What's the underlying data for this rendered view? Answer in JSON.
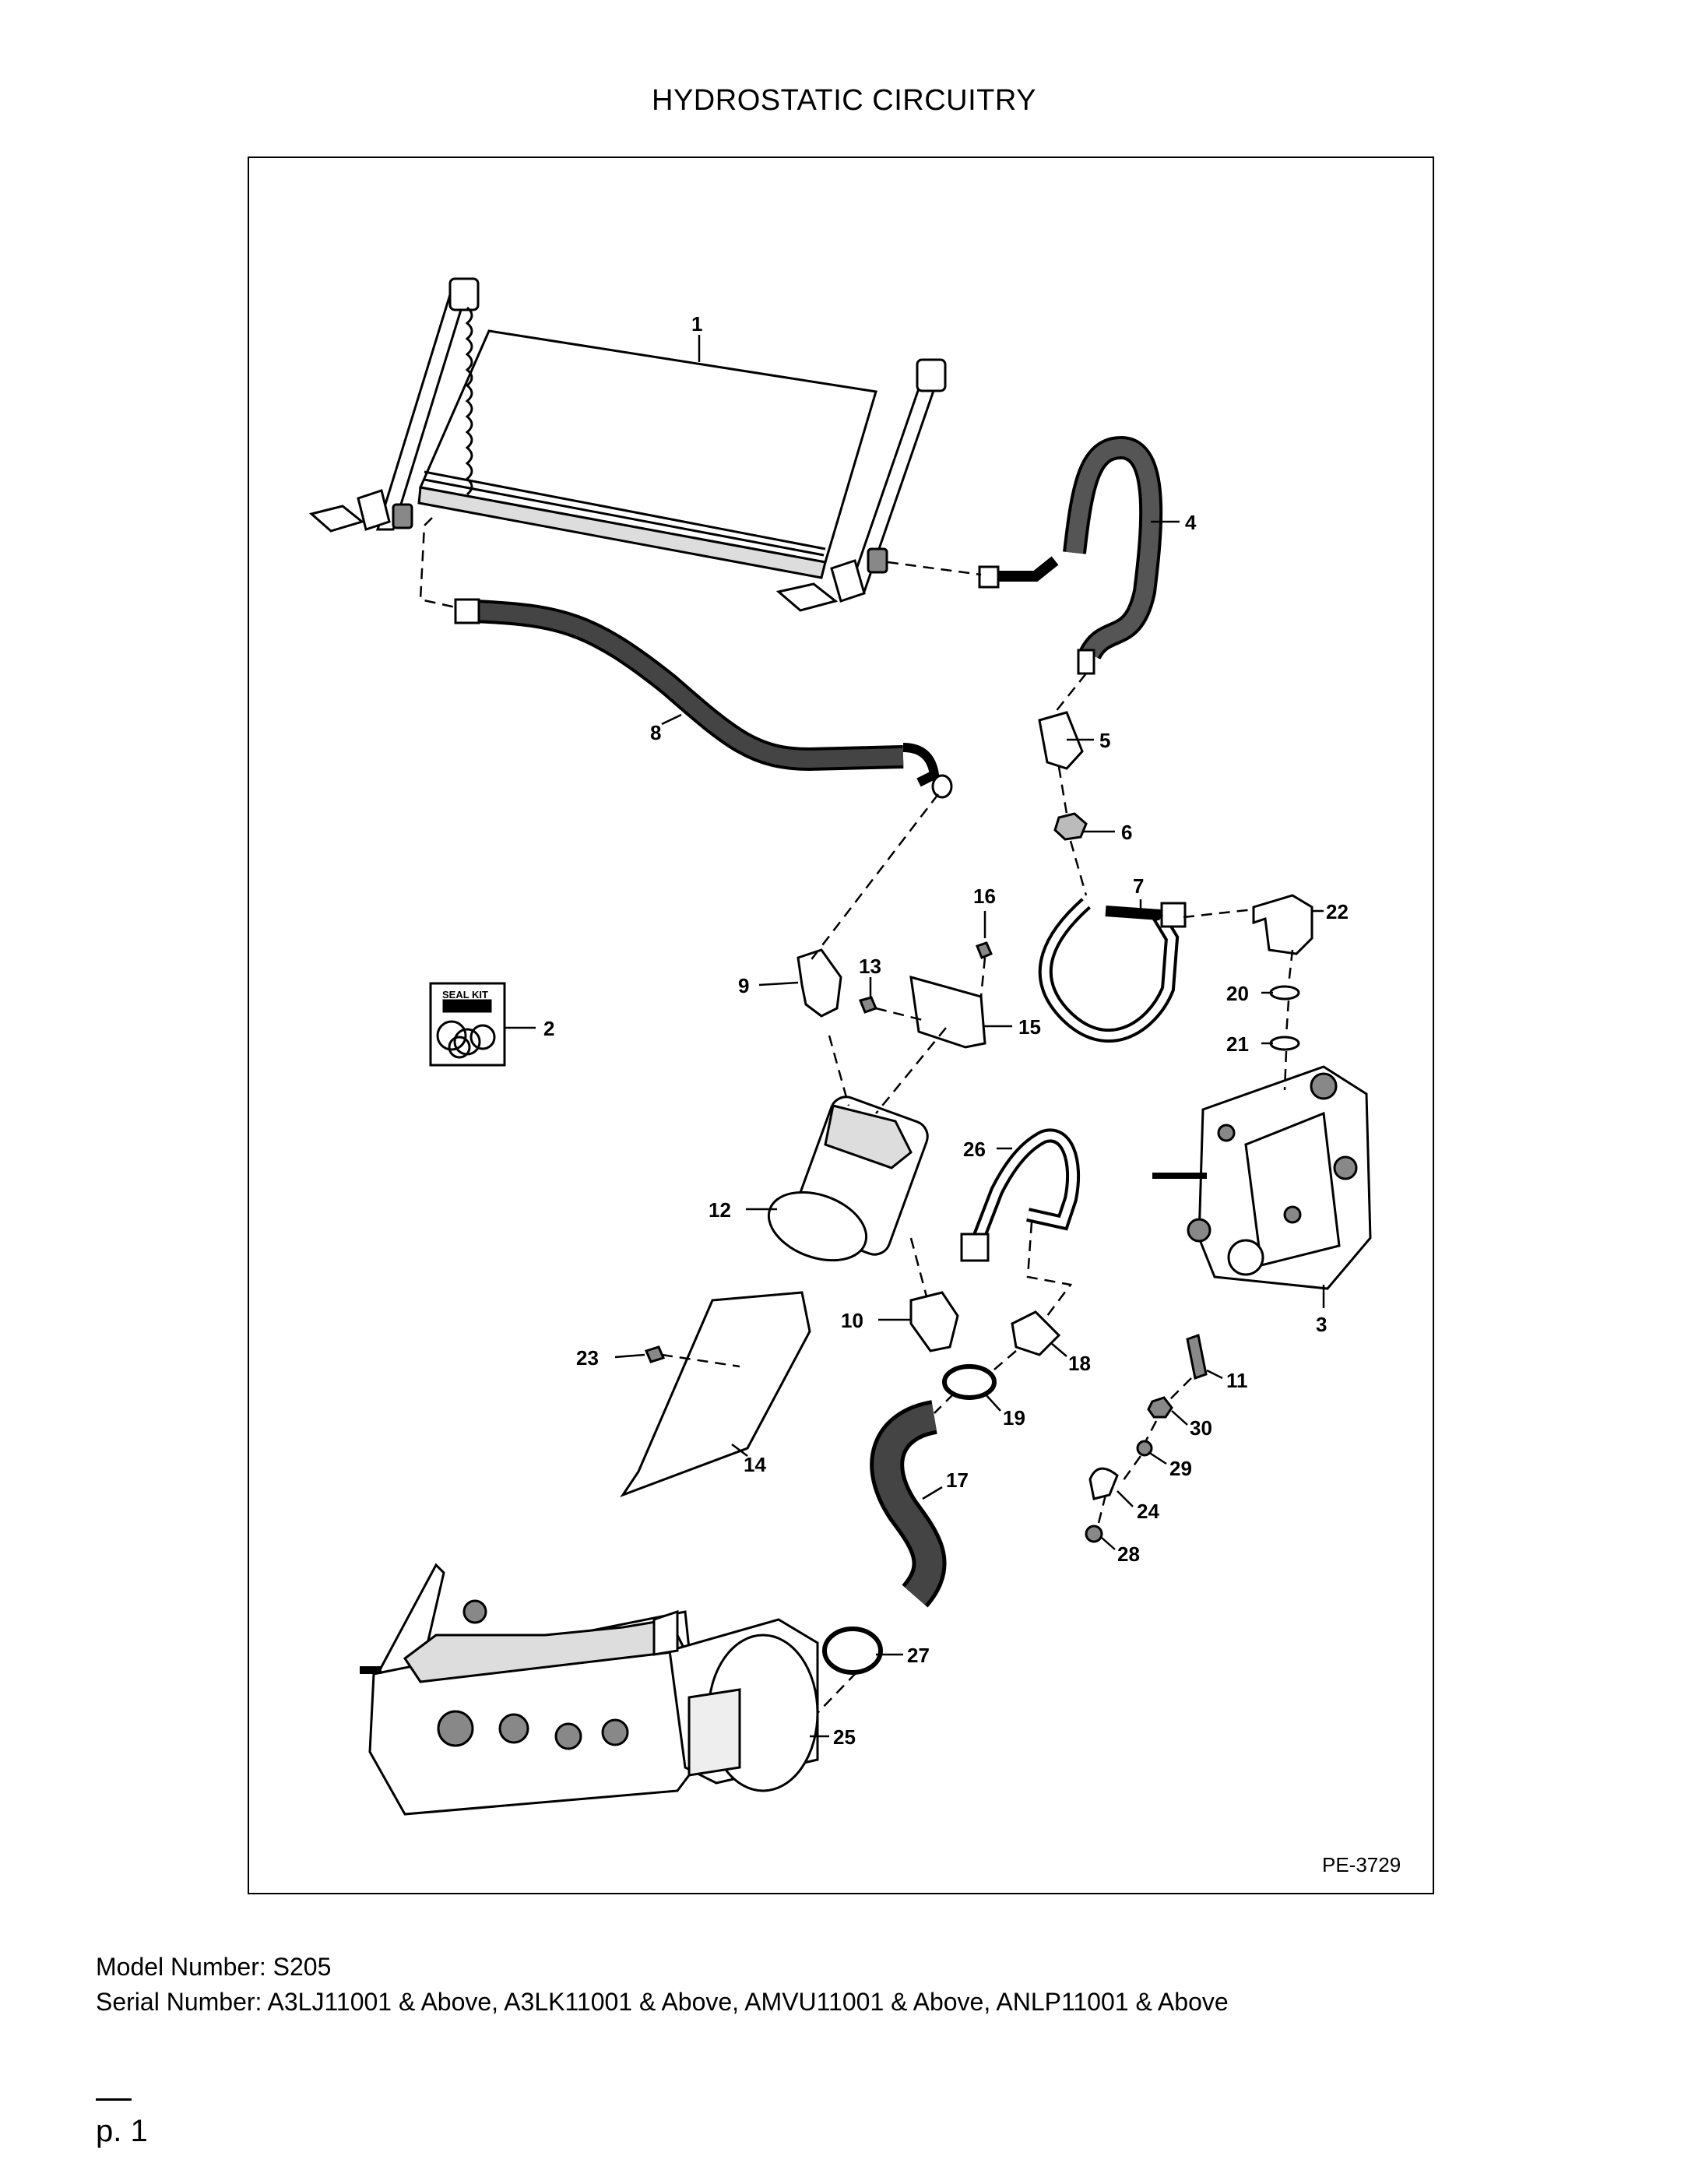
{
  "title": "HYDROSTATIC CIRCUITRY",
  "figure_code": "PE-3729",
  "seal_kit_label": "SEAL KIT",
  "callouts": {
    "c1": "1",
    "c2": "2",
    "c3": "3",
    "c4": "4",
    "c5": "5",
    "c6": "6",
    "c7": "7",
    "c8": "8",
    "c9": "9",
    "c10": "10",
    "c11": "11",
    "c12": "12",
    "c13": "13",
    "c14": "14",
    "c15": "15",
    "c16": "16",
    "c17": "17",
    "c18": "18",
    "c19": "19",
    "c20": "20",
    "c21": "21",
    "c22": "22",
    "c23": "23",
    "c24": "24",
    "c25": "25",
    "c26": "26",
    "c27": "27",
    "c28": "28",
    "c29": "29",
    "c30": "30"
  },
  "model_number": "Model Number: S205",
  "serial_number": "Serial Number: A3LJ11001 & Above, A3LK11001 & Above, AMVU11001 & Above, ANLP11001 & Above",
  "page_number": "p. 1"
}
